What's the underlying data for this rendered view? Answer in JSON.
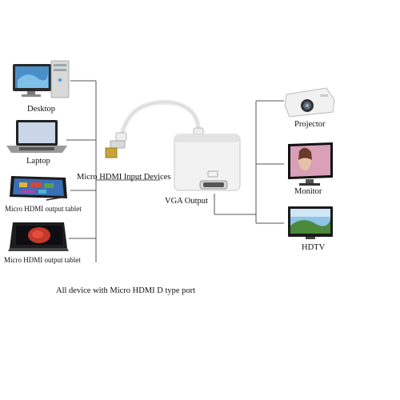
{
  "sources": {
    "desktop": "Desktop",
    "laptop": "Laptop",
    "tablet1": "Micro HDMI output tablet",
    "tablet2": "Micro HDMI output tablet"
  },
  "adapter": {
    "input_label": "Micro HDMI Input Devices",
    "output_label": "VGA Output"
  },
  "displays": {
    "projector": "Projector",
    "monitor": "Monitor",
    "hdtv": "HDTV"
  },
  "footer_note": "All device with Micro HDMI D type port"
}
